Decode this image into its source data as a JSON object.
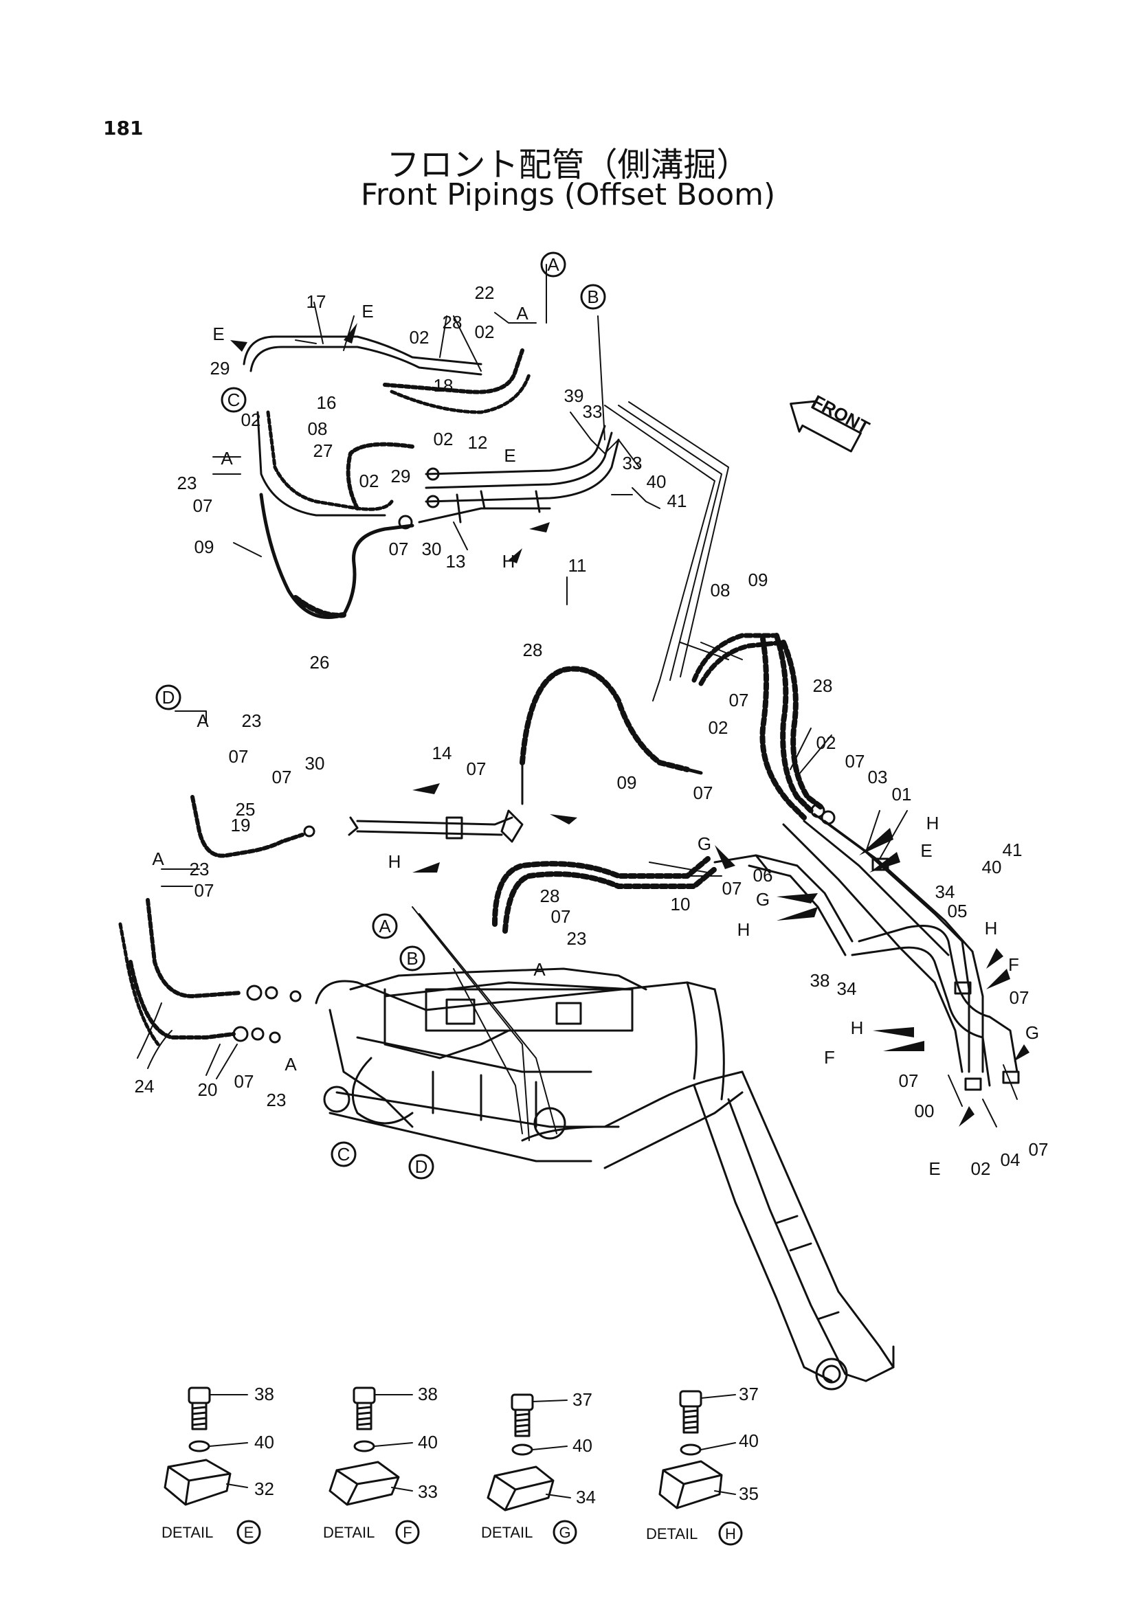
{
  "page_number": "181",
  "title_jp": "フロント配管（側溝掘）",
  "title_en": "Front Pipings (Offset Boom)",
  "direction_label": "FRONT",
  "details": [
    {
      "caption": "DETAIL",
      "letter": "E",
      "bolt": "38",
      "washer": "40",
      "clamp": "32"
    },
    {
      "caption": "DETAIL",
      "letter": "F",
      "bolt": "38",
      "washer": "40",
      "clamp": "33"
    },
    {
      "caption": "DETAIL",
      "letter": "G",
      "bolt": "37",
      "washer": "40",
      "clamp": "34"
    },
    {
      "caption": "DETAIL",
      "letter": "H",
      "bolt": "37",
      "washer": "40",
      "clamp": "35"
    }
  ],
  "callouts": [
    "A",
    "B",
    "C",
    "D",
    "A",
    "B",
    "C",
    "D"
  ],
  "labels": [
    "17",
    "E",
    "22",
    "A",
    "28",
    "02",
    "02",
    "E",
    "29",
    "18",
    "16",
    "C",
    "02",
    "08",
    "27",
    "39",
    "33",
    "12",
    "E",
    "02",
    "A",
    "23",
    "07",
    "29",
    "33",
    "40",
    "41",
    "02",
    "09",
    "07",
    "30",
    "13",
    "H",
    "11",
    "26",
    "08",
    "09",
    "28",
    "28",
    "07",
    "02",
    "D",
    "A",
    "23",
    "07",
    "14",
    "07",
    "07",
    "30",
    "19",
    "H",
    "09",
    "07",
    "02",
    "07",
    "03",
    "01",
    "25",
    "H",
    "H",
    "G",
    "E",
    "A",
    "23",
    "41",
    "40",
    "07",
    "07",
    "06",
    "34",
    "28",
    "10",
    "G",
    "05",
    "H",
    "07",
    "H",
    "23",
    "A",
    "F",
    "38",
    "34",
    "07",
    "H",
    "24",
    "20",
    "07",
    "F",
    "G",
    "23",
    "07",
    "00",
    "02",
    "04",
    "07",
    "E",
    "A"
  ]
}
